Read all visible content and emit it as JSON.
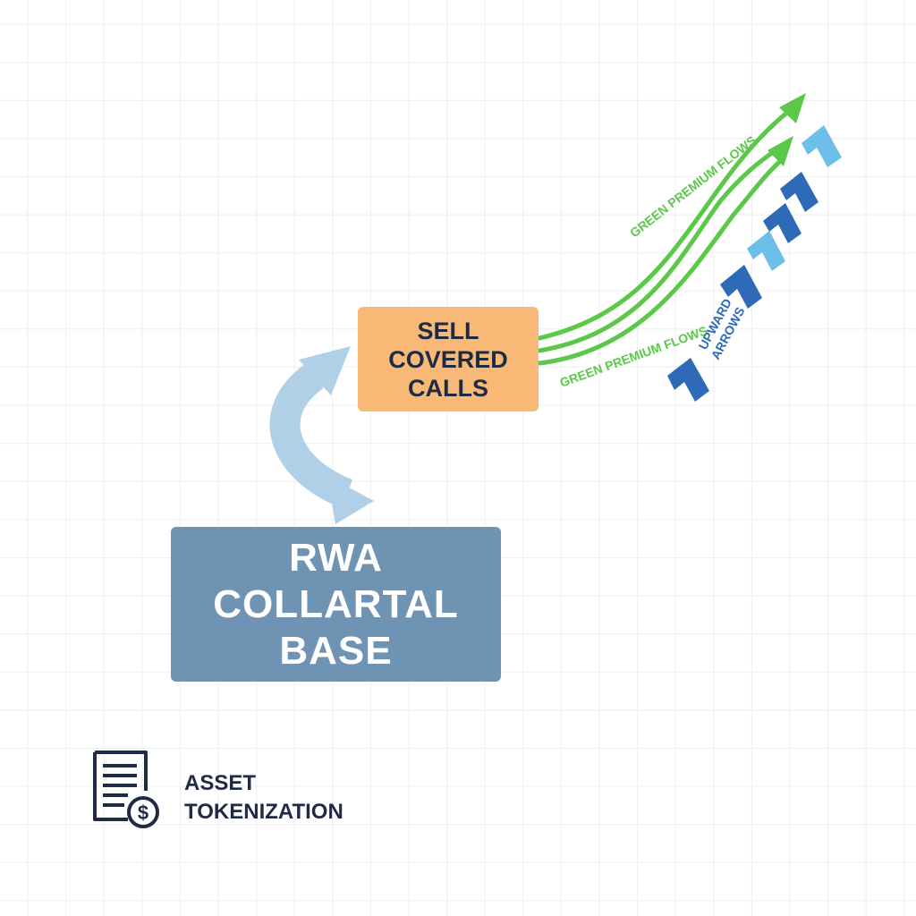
{
  "nodes": {
    "covered_calls": "SELL COVERED CALLS",
    "collateral_base": "RWA COLLARTAL BASE"
  },
  "flow_labels": {
    "green_top": "GREEN PREMIUM FLOWS",
    "green_bottom": "GREEN PREMIUM FLOWS",
    "upward_line1": "UPWARD",
    "upward_line2": "ARROWS"
  },
  "legend": {
    "label": "ASSET TOKENIZATION",
    "icon": "document-dollar-icon"
  },
  "colors": {
    "calls_box": "#f8b977",
    "base_box": "#6e93b3",
    "green_flow": "#5cc84a",
    "cycle_arrow": "#afd0e6",
    "chevron_dark": "#2f6ab8",
    "chevron_light": "#6bbfe8",
    "text_dark": "#1f2a44"
  }
}
